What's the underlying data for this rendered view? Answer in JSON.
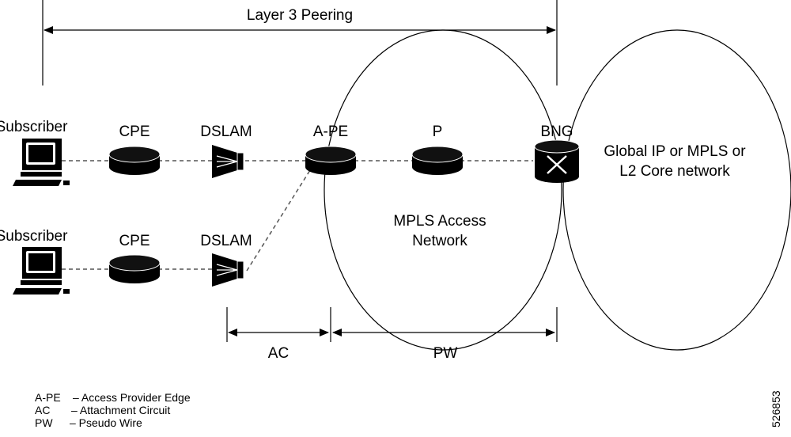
{
  "diagram": {
    "top_span": {
      "label": "Layer 3 Peering"
    },
    "nodes": {
      "subscriber_1": {
        "label": "Subscriber",
        "icon": "computer-icon"
      },
      "subscriber_2": {
        "label": "Subscriber",
        "icon": "computer-icon"
      },
      "cpe_1": {
        "label": "CPE",
        "icon": "router-icon"
      },
      "cpe_2": {
        "label": "CPE",
        "icon": "router-icon"
      },
      "dslam_1": {
        "label": "DSLAM",
        "icon": "dslam-icon"
      },
      "dslam_2": {
        "label": "DSLAM",
        "icon": "dslam-icon"
      },
      "ape": {
        "label": "A-PE",
        "icon": "router-icon"
      },
      "p": {
        "label": "P",
        "icon": "router-icon"
      },
      "bng": {
        "label": "BNG",
        "icon": "switch-router-icon"
      }
    },
    "clouds": {
      "mpls_access": {
        "line1": "MPLS Access",
        "line2": "Network"
      },
      "core": {
        "line1": "Global IP or MPLS or",
        "line2": "L2 Core network"
      }
    },
    "spans": {
      "ac": {
        "label": "AC"
      },
      "pw": {
        "label": "PW"
      }
    },
    "legend": [
      {
        "abbr": "A-PE",
        "desc": "– Access Provider Edge"
      },
      {
        "abbr": "AC",
        "desc": "– Attachment Circuit"
      },
      {
        "abbr": "PW",
        "desc": "– Pseudo Wire"
      }
    ],
    "figure_id": "526853"
  }
}
